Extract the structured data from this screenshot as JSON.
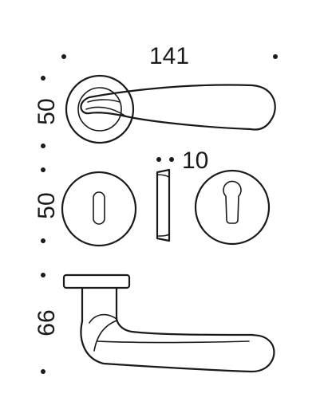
{
  "dimensions": {
    "width_label": "141",
    "rose_height_label": "50",
    "escutcheon_height_label": "50",
    "side_height_label": "66",
    "thickness_label": "10"
  },
  "colors": {
    "line": "#1a1a1a",
    "background": "#ffffff"
  }
}
